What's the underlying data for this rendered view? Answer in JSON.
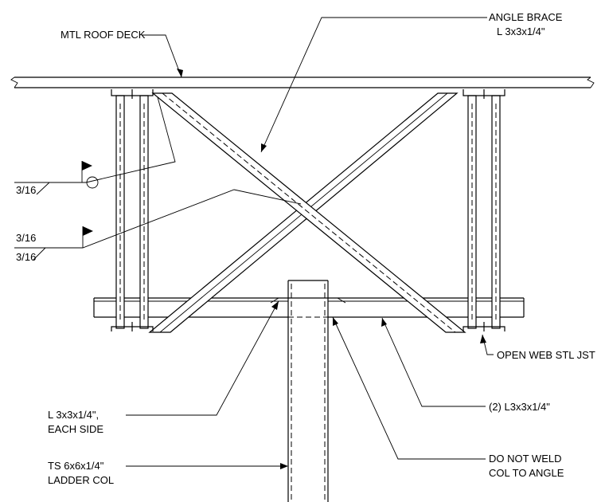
{
  "labels": {
    "roof_deck": "MTL ROOF DECK",
    "angle_brace_line1": "ANGLE BRACE",
    "angle_brace_line2": "L 3x3x1/4\"",
    "weld_top": "3/16",
    "weld_mid_upper": "3/16",
    "weld_mid_lower": "3/16",
    "open_web_joist": "OPEN WEB STL JST",
    "two_angles": "(2) L3x3x1/4\"",
    "angle_each_side_line1": "L 3x3x1/4\",",
    "angle_each_side_line2": "EACH SIDE",
    "ts_column_line1": "TS 6x6x1/4\"",
    "ts_column_line2": "LADDER COL",
    "no_weld_line1": "DO NOT WELD",
    "no_weld_line2": "COL TO ANGLE"
  }
}
